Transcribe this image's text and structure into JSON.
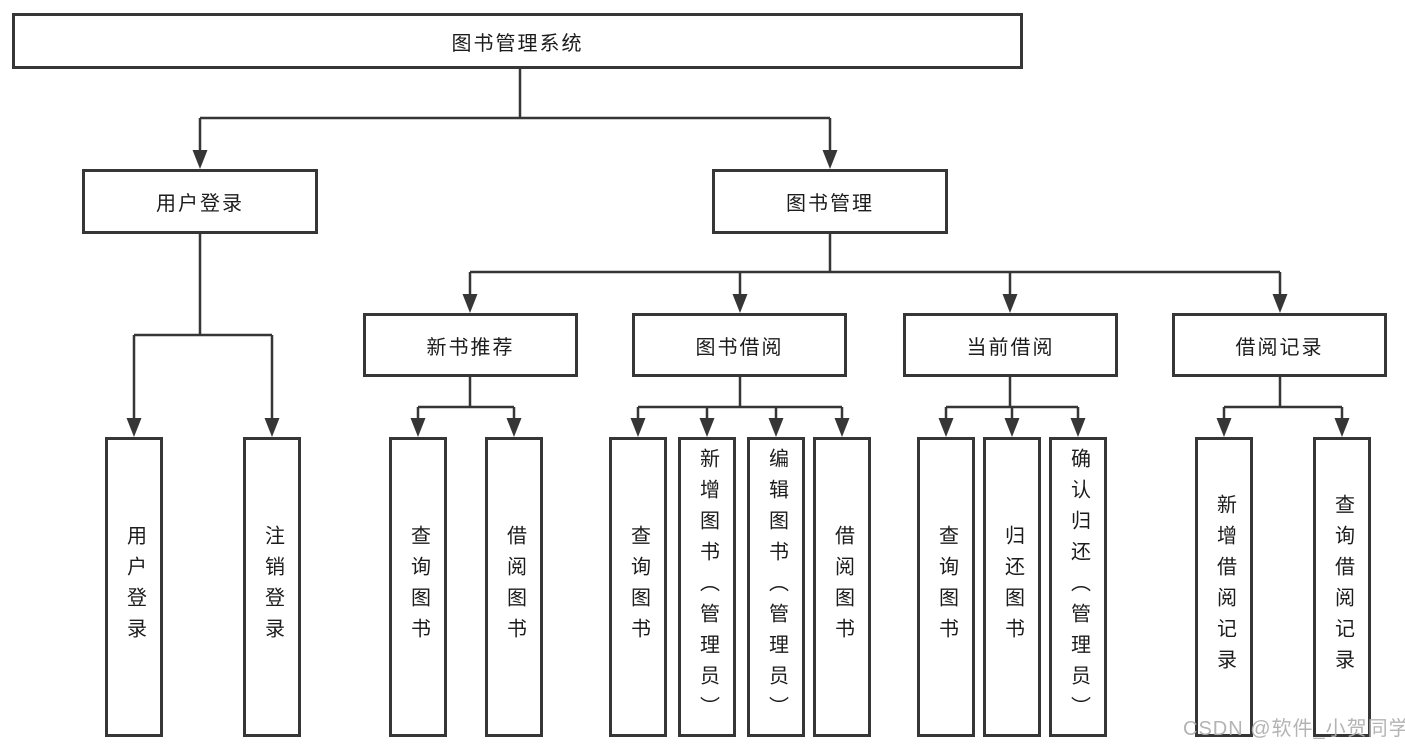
{
  "tree": {
    "root": {
      "label": "图书管理系统",
      "children": [
        {
          "label": "用户登录",
          "children": [
            {
              "label": "用户登录"
            },
            {
              "label": "注销登录"
            }
          ]
        },
        {
          "label": "图书管理",
          "children": [
            {
              "label": "新书推荐",
              "children": [
                {
                  "label": "查询图书"
                },
                {
                  "label": "借阅图书"
                }
              ]
            },
            {
              "label": "图书借阅",
              "children": [
                {
                  "label": "查询图书"
                },
                {
                  "label": "新增图书（管理员）"
                },
                {
                  "label": "编辑图书（管理员）"
                },
                {
                  "label": "借阅图书"
                }
              ]
            },
            {
              "label": "当前借阅",
              "children": [
                {
                  "label": "查询图书"
                },
                {
                  "label": "归还图书"
                },
                {
                  "label": "确认归还（管理员）"
                }
              ]
            },
            {
              "label": "借阅记录",
              "children": [
                {
                  "label": "新增借阅记录"
                },
                {
                  "label": "查询借阅记录"
                }
              ]
            }
          ]
        }
      ]
    }
  },
  "watermark": {
    "text": "CSDN @软件_小贺同学"
  },
  "colors": {
    "line": "#363636",
    "box_border": "#363636",
    "text": "#1c1c1c",
    "watermark": "#b0b0b0",
    "background": "#ffffff"
  }
}
